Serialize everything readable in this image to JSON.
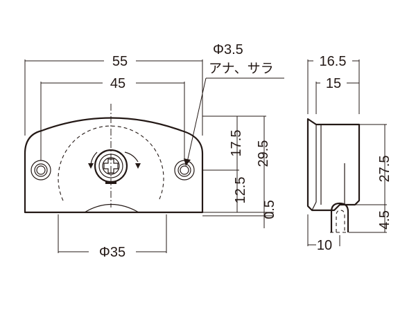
{
  "front_view": {
    "overall_width": "55",
    "hole_pitch": "45",
    "hole_callout_diameter": "Φ3.5",
    "hole_callout_note": "アナ、サラ",
    "height_to_hole_center": "17.5",
    "total_height": "29.5",
    "hole_to_bottom": "12.5",
    "wheel_protrusion": "0.5",
    "wheel_diameter": "Φ35"
  },
  "side_view": {
    "overall_depth": "16.5",
    "body_depth": "15",
    "body_height": "27.5",
    "wheel_protrusion": "4.5",
    "wheel_offset": "10"
  },
  "colors": {
    "line": "#231815",
    "background": "#ffffff"
  }
}
